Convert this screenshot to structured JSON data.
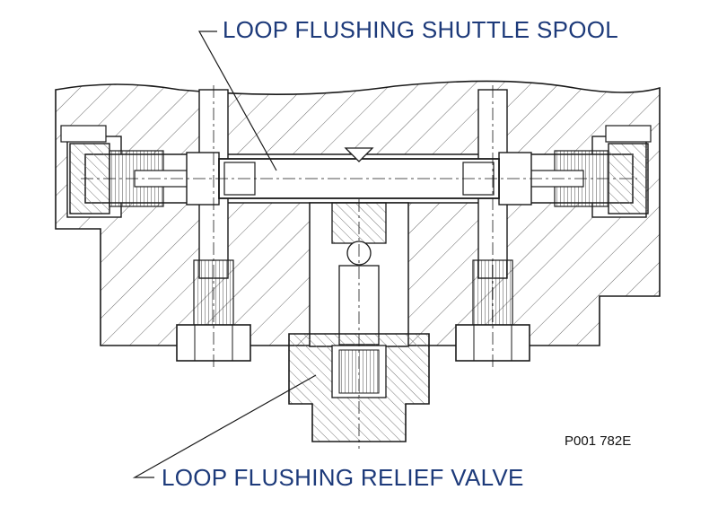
{
  "labels": {
    "shuttle_spool": "LOOP FLUSHING SHUTTLE SPOOL",
    "relief_valve": "LOOP FLUSHING RELIEF VALVE",
    "drawing_number": "P001 782E"
  },
  "colors": {
    "label_text": "#1d3a7a",
    "line": "#1a1a1a",
    "hatch": "#6a6a6a",
    "background": "#ffffff"
  }
}
